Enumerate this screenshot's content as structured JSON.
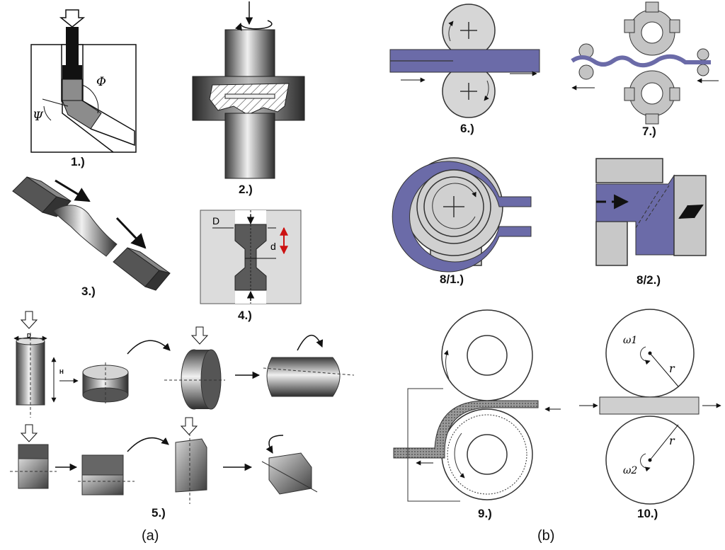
{
  "figure": {
    "caption_a": "(a)",
    "caption_b": "(b)"
  },
  "panels": [
    {
      "id": "1",
      "label": "1.)",
      "symbols": [
        "Φ",
        "Ψ"
      ]
    },
    {
      "id": "2",
      "label": "2.)"
    },
    {
      "id": "3",
      "label": "3.)"
    },
    {
      "id": "4",
      "label": "4.)",
      "symbols": [
        "D",
        "d"
      ]
    },
    {
      "id": "5",
      "label": "5.)",
      "symbols": [
        "D",
        "H"
      ]
    },
    {
      "id": "6",
      "label": "6.)"
    },
    {
      "id": "7",
      "label": "7.)"
    },
    {
      "id": "8_1",
      "label": "8/1.)"
    },
    {
      "id": "8_2",
      "label": "8/2.)"
    },
    {
      "id": "9",
      "label": "9.)"
    },
    {
      "id": "10",
      "label": "10.)",
      "symbols": [
        "ω1",
        "ω2",
        "r"
      ]
    }
  ],
  "colors": {
    "metal_light": "#e0e0e0",
    "metal_dark": "#3a3a3a",
    "workpiece_blue": "#6b6ba8",
    "roll_gray": "#d6d6d6",
    "die_gray": "#cccccc",
    "strip_gray": "#c8c8c8",
    "red_arrow": "#cc1111"
  }
}
